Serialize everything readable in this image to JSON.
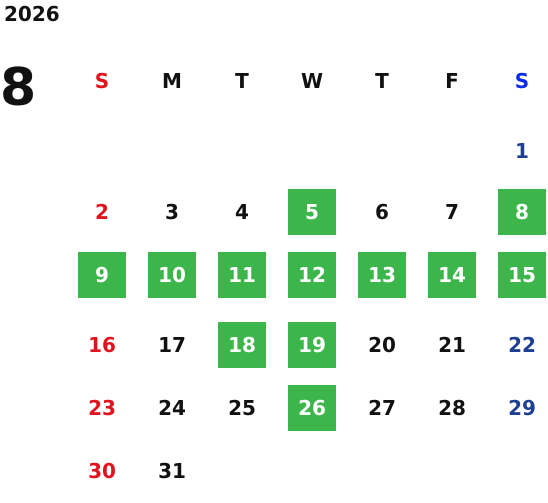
{
  "calendar": {
    "year": "2026",
    "month": "8",
    "weekdays": [
      {
        "label": "S",
        "color": "#e0141e"
      },
      {
        "label": "M",
        "color": "#111111"
      },
      {
        "label": "T",
        "color": "#111111"
      },
      {
        "label": "W",
        "color": "#111111"
      },
      {
        "label": "T",
        "color": "#111111"
      },
      {
        "label": "F",
        "color": "#111111"
      },
      {
        "label": "S",
        "color": "#0a2be8"
      }
    ],
    "colors": {
      "sunday": "#e0141e",
      "saturday": "#1e3f94",
      "weekday": "#111111",
      "highlight_bg": "#3cb64a",
      "highlight_text": "#ffffff"
    },
    "weeks": [
      [
        null,
        null,
        null,
        null,
        null,
        null,
        {
          "day": "1",
          "highlight": false
        }
      ],
      [
        {
          "day": "2",
          "highlight": false
        },
        {
          "day": "3",
          "highlight": false
        },
        {
          "day": "4",
          "highlight": false
        },
        {
          "day": "5",
          "highlight": true
        },
        {
          "day": "6",
          "highlight": false
        },
        {
          "day": "7",
          "highlight": false
        },
        {
          "day": "8",
          "highlight": true
        }
      ],
      [
        {
          "day": "9",
          "highlight": true
        },
        {
          "day": "10",
          "highlight": true
        },
        {
          "day": "11",
          "highlight": true
        },
        {
          "day": "12",
          "highlight": true
        },
        {
          "day": "13",
          "highlight": true
        },
        {
          "day": "14",
          "highlight": true
        },
        {
          "day": "15",
          "highlight": true
        }
      ],
      [
        {
          "day": "16",
          "highlight": false
        },
        {
          "day": "17",
          "highlight": false
        },
        {
          "day": "18",
          "highlight": true
        },
        {
          "day": "19",
          "highlight": true
        },
        {
          "day": "20",
          "highlight": false
        },
        {
          "day": "21",
          "highlight": false
        },
        {
          "day": "22",
          "highlight": false
        }
      ],
      [
        {
          "day": "23",
          "highlight": false
        },
        {
          "day": "24",
          "highlight": false
        },
        {
          "day": "25",
          "highlight": false
        },
        {
          "day": "26",
          "highlight": true
        },
        {
          "day": "27",
          "highlight": false
        },
        {
          "day": "28",
          "highlight": false
        },
        {
          "day": "29",
          "highlight": false
        }
      ],
      [
        {
          "day": "30",
          "highlight": false
        },
        {
          "day": "31",
          "highlight": false
        },
        null,
        null,
        null,
        null,
        null
      ]
    ]
  }
}
